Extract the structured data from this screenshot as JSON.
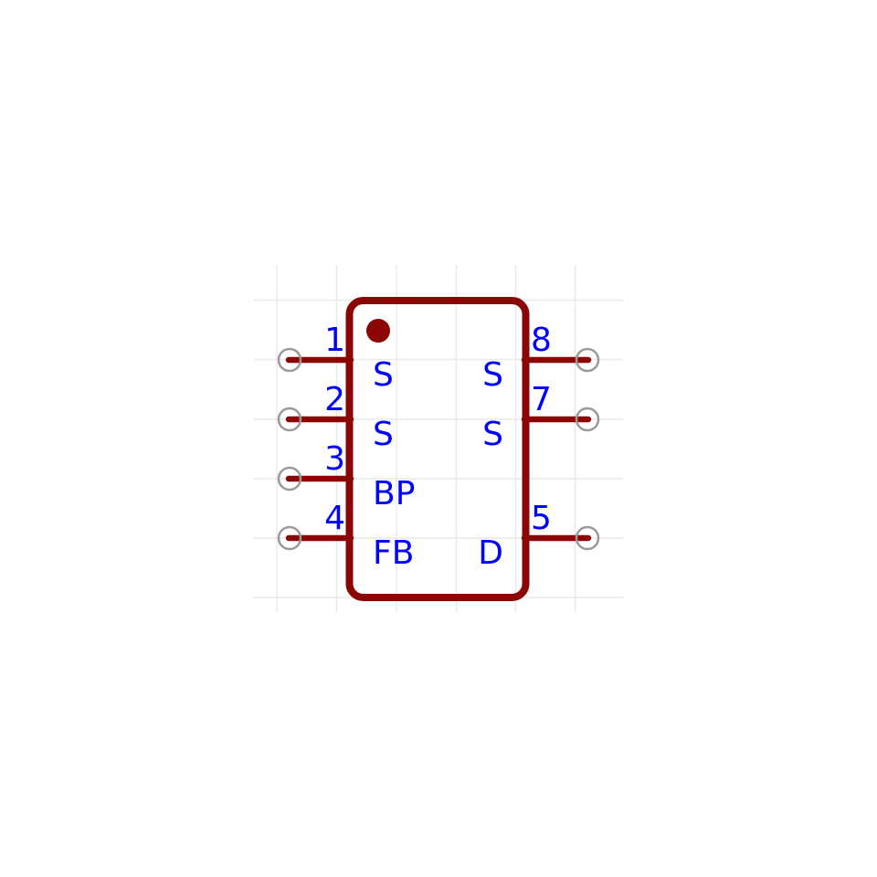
{
  "canvas": {
    "background_color": "#ffffff",
    "grid_color": "#e9e9e9"
  },
  "symbol": {
    "kind": "8-pin IC schematic symbol",
    "body_color": "#8B0505",
    "text_color": "#0000FF",
    "endpoint_color": "#9a9a9a",
    "pins": {
      "left": [
        {
          "number": "1",
          "label": "S"
        },
        {
          "number": "2",
          "label": "S"
        },
        {
          "number": "3",
          "label": "BP"
        },
        {
          "number": "4",
          "label": "FB"
        }
      ],
      "right": [
        {
          "number": "8",
          "label": "S"
        },
        {
          "number": "7",
          "label": "S"
        },
        {
          "number": "5",
          "label": "D"
        }
      ]
    }
  }
}
